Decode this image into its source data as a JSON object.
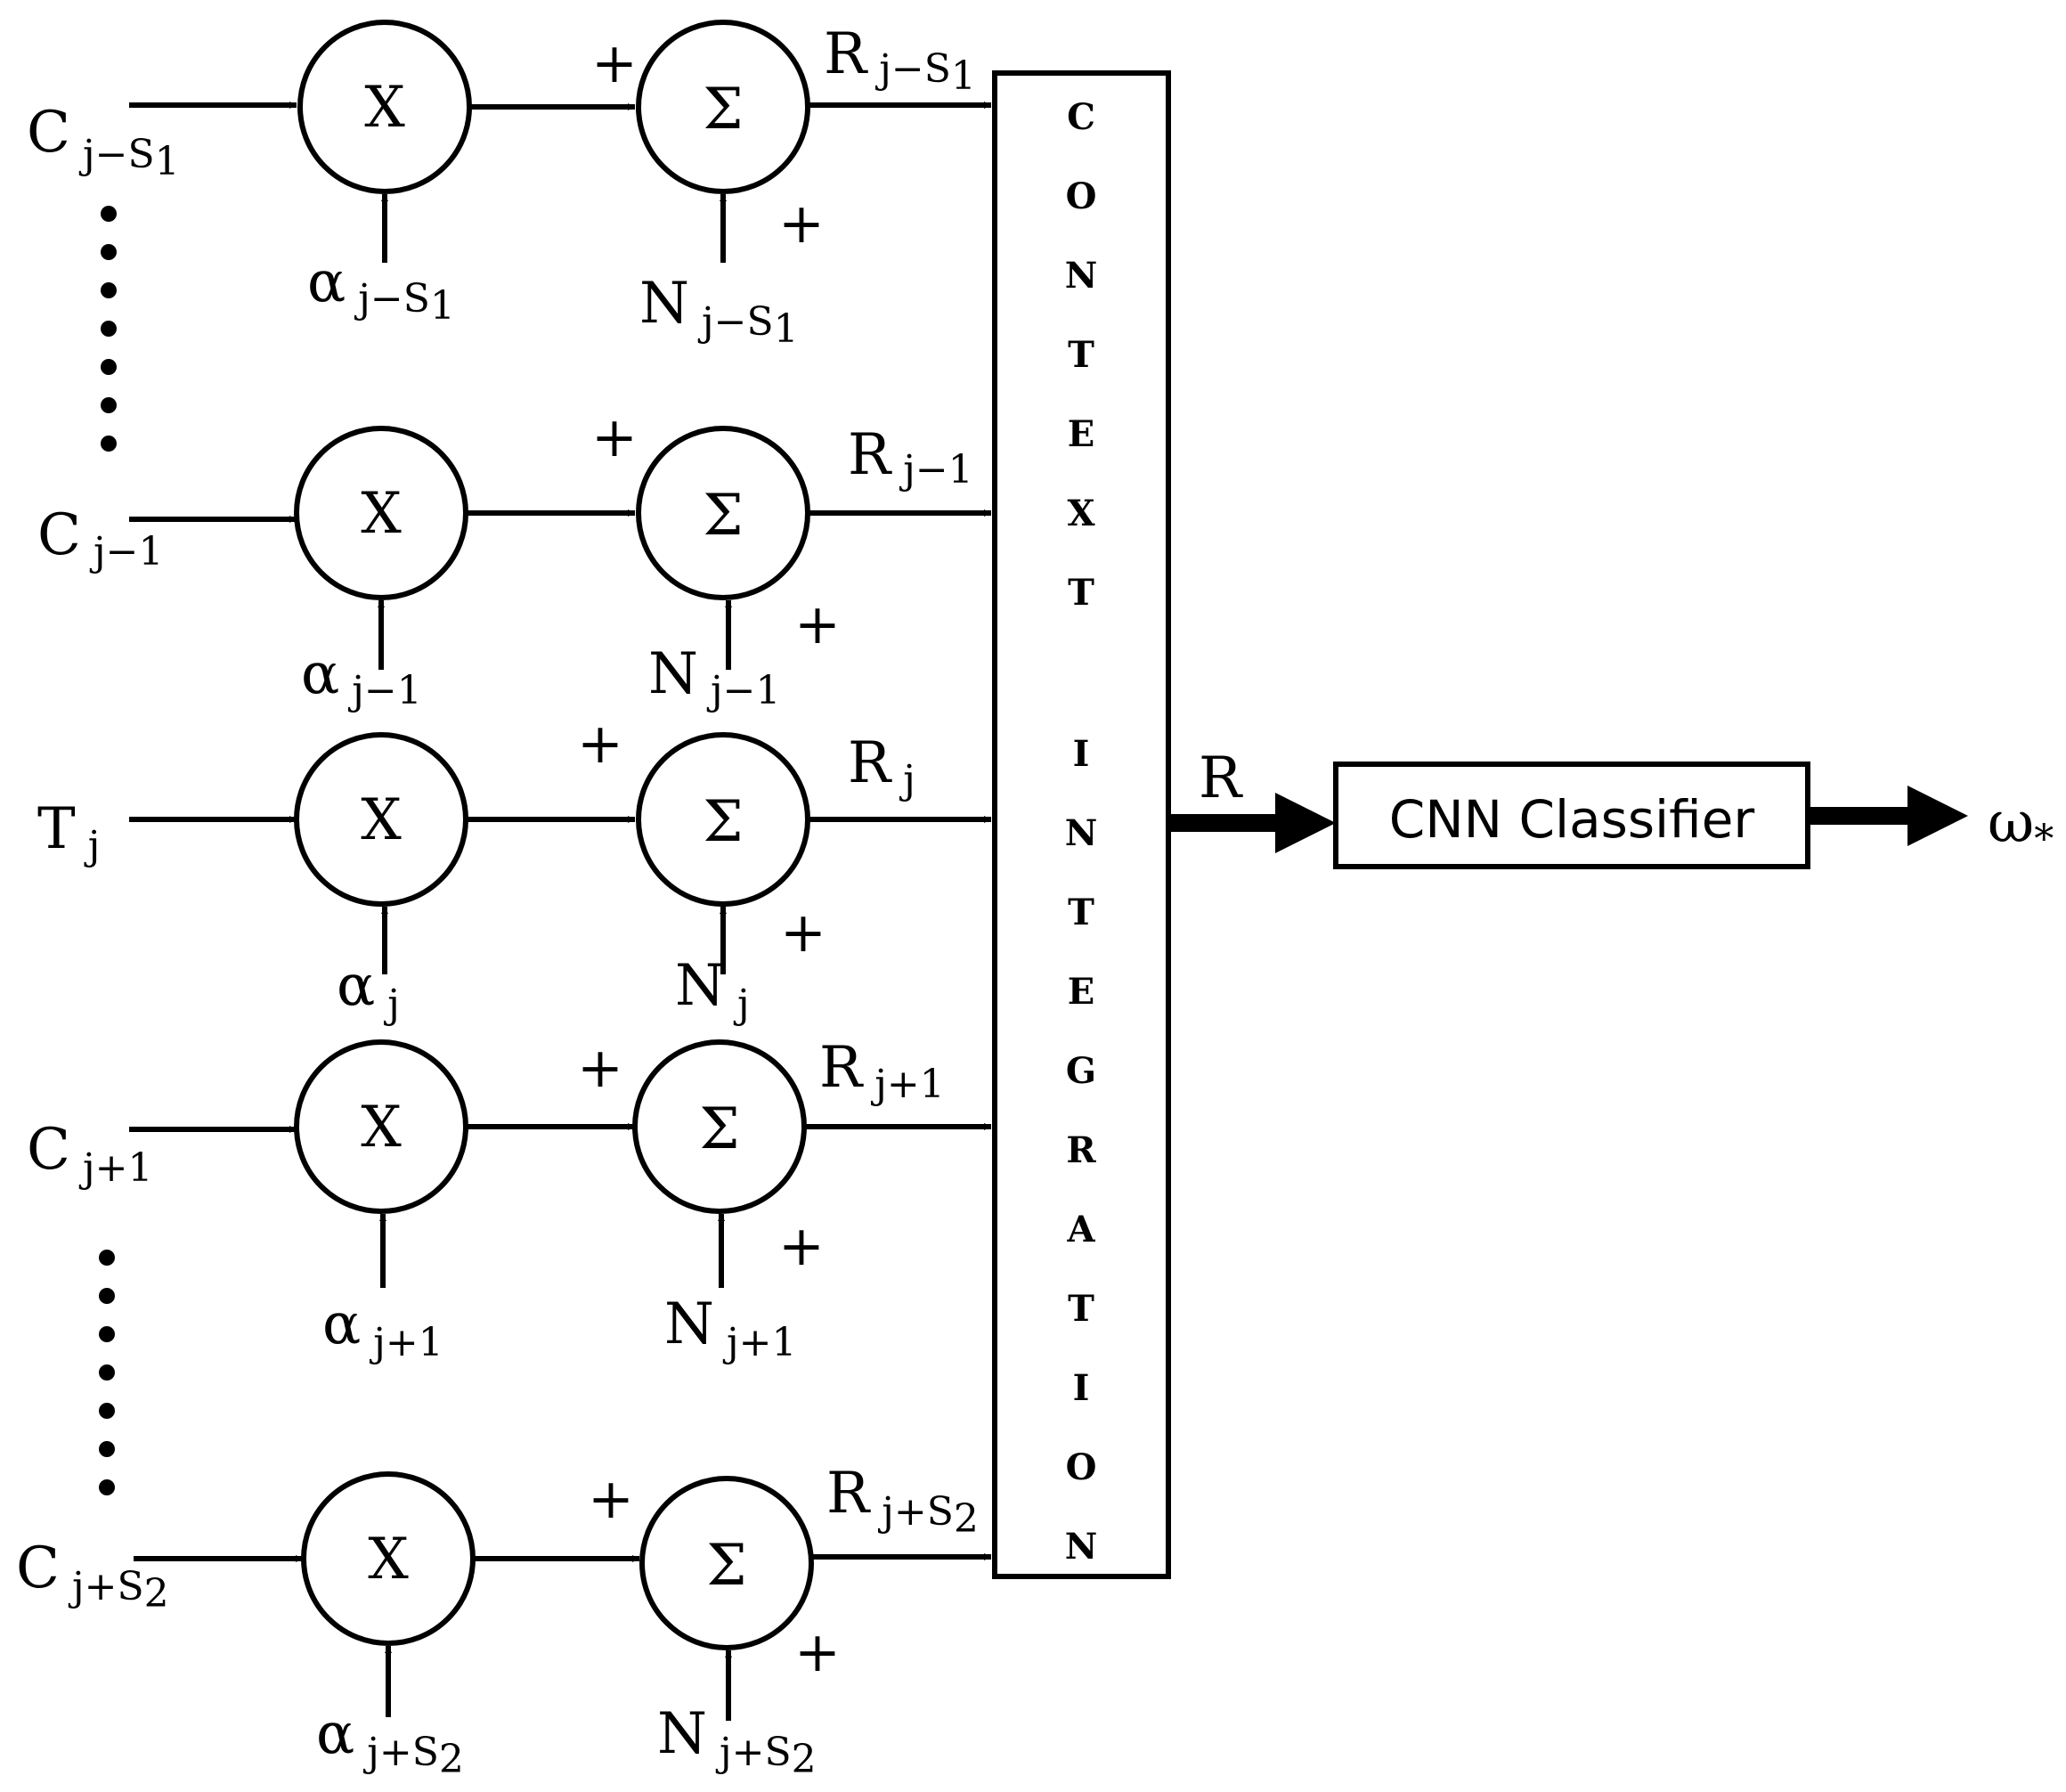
{
  "operators": {
    "multiply": "X",
    "sum": "Σ",
    "plus": "+"
  },
  "rows": [
    {
      "input": "C",
      "input_sub": "j−",
      "input_sub2": "S",
      "input_sub3": "1",
      "alpha": "α",
      "alpha_sub": "j−",
      "alpha_sub2": "S",
      "alpha_sub3": "1",
      "noise": "N",
      "noise_sub": "j−",
      "noise_sub2": "S",
      "noise_sub3": "1",
      "output": "R",
      "output_sub": "j−",
      "output_sub2": "S",
      "output_sub3": "1"
    },
    {
      "input": "C",
      "input_sub": "j−1",
      "input_sub2": "",
      "input_sub3": "",
      "alpha": "α",
      "alpha_sub": "j−1",
      "alpha_sub2": "",
      "alpha_sub3": "",
      "noise": "N",
      "noise_sub": "j−1",
      "noise_sub2": "",
      "noise_sub3": "",
      "output": "R",
      "output_sub": "j−1",
      "output_sub2": "",
      "output_sub3": ""
    },
    {
      "input": "T",
      "input_sub": "j",
      "input_sub2": "",
      "input_sub3": "",
      "alpha": "α",
      "alpha_sub": "j",
      "alpha_sub2": "",
      "alpha_sub3": "",
      "noise": "N",
      "noise_sub": "j",
      "noise_sub2": "",
      "noise_sub3": "",
      "output": "R",
      "output_sub": "j",
      "output_sub2": "",
      "output_sub3": ""
    },
    {
      "input": "C",
      "input_sub": "j+1",
      "input_sub2": "",
      "input_sub3": "",
      "alpha": "α",
      "alpha_sub": "j+1",
      "alpha_sub2": "",
      "alpha_sub3": "",
      "noise": "N",
      "noise_sub": "j+1",
      "noise_sub2": "",
      "noise_sub3": "",
      "output": "R",
      "output_sub": "j+1",
      "output_sub2": "",
      "output_sub3": ""
    },
    {
      "input": "C",
      "input_sub": "j+",
      "input_sub2": "S",
      "input_sub3": "2",
      "alpha": "α",
      "alpha_sub": "j+",
      "alpha_sub2": "S",
      "alpha_sub3": "2",
      "noise": "N",
      "noise_sub": "j+",
      "noise_sub2": "S",
      "noise_sub3": "2",
      "output": "R",
      "output_sub": "j+",
      "output_sub2": "S",
      "output_sub3": "2"
    }
  ],
  "integration_letters": [
    "C",
    "O",
    "N",
    "T",
    "E",
    "X",
    "T",
    "I",
    "N",
    "T",
    "E",
    "G",
    "R",
    "A",
    "T",
    "I",
    "O",
    "N"
  ],
  "integration_output": "R",
  "classifier": "CNN Classifier",
  "final_output": "ω",
  "final_output_sub": "*"
}
